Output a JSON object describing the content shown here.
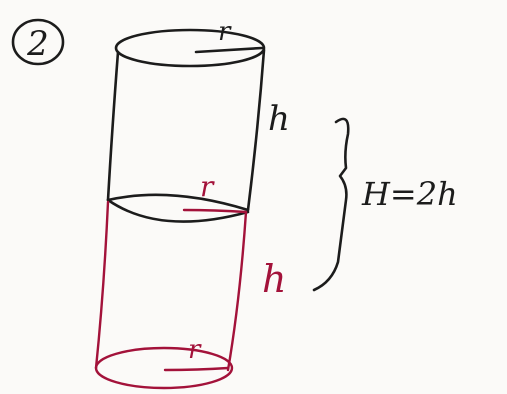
{
  "diagram": {
    "problem_number": "2",
    "labels": {
      "top_radius": "r",
      "upper_height": "h",
      "middle_radius": "r",
      "lower_height": "h",
      "bottom_radius": "r",
      "total_height": "H=2h"
    },
    "colors": {
      "ink": "#1c1c1c",
      "red": "#a3123a",
      "paper": "#fbfaf8"
    }
  }
}
